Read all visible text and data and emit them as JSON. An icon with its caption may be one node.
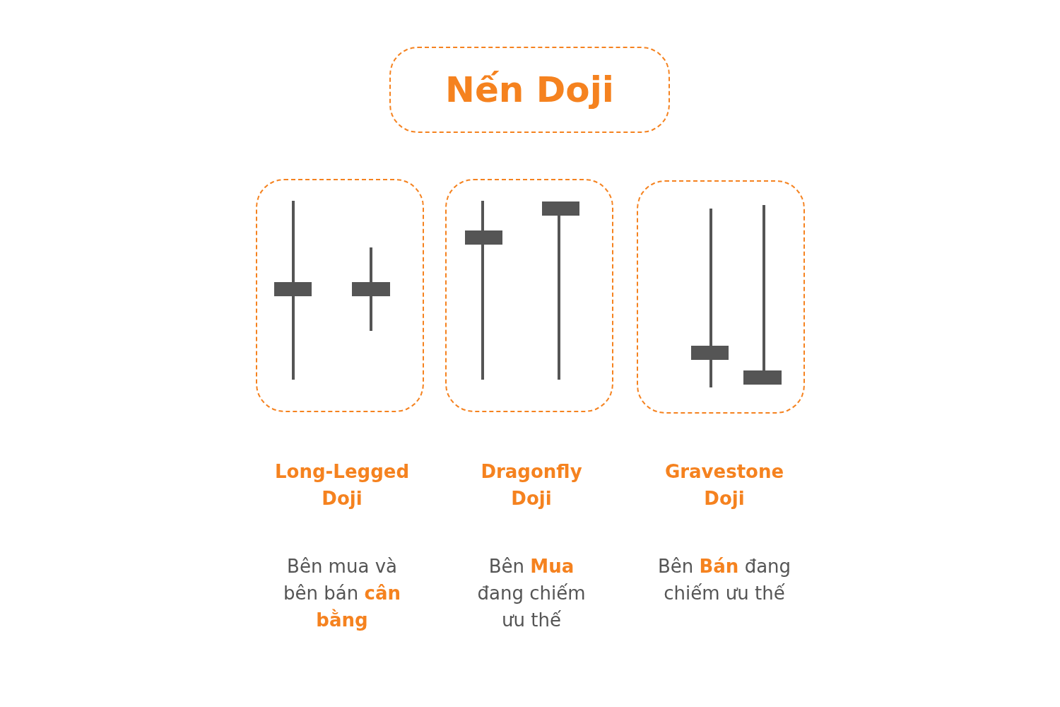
{
  "diagram": {
    "nodes": [
      {
        "text": [
          "Nến Doji"
        ]
      },
      {
        "text": [],
        "shape": "box",
        "beside": [
          "Long-Legged Doji",
          "Bên mua và bên bán **cân bằng**"
        ]
      },
      {
        "text": [],
        "shape": "box",
        "beside": [
          "Dragonfly Doji",
          "Bên **Mua** đang chiếm ưu thế"
        ]
      },
      {
        "text": [],
        "shape": "box",
        "beside": [
          "Gravestone Doji",
          "Bên **Bán** đang chiếm ưu thế"
        ]
      }
    ]
  }
}
